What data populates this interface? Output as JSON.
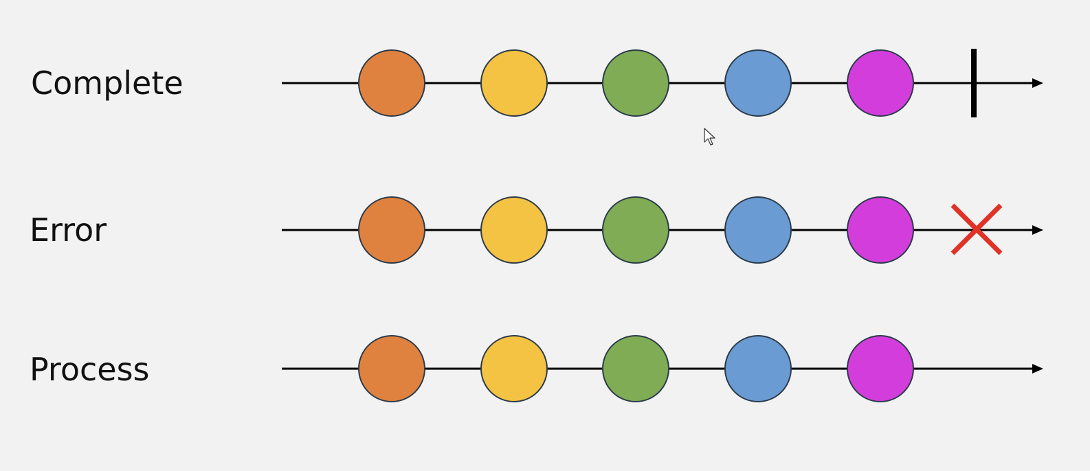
{
  "diagram": {
    "marble_colors": [
      "#e0823f",
      "#f4c343",
      "#7fac55",
      "#6a9bd3",
      "#d23ddc"
    ],
    "marble_stroke": "#2c3b4a",
    "line_color": "#000000",
    "error_mark_color": "#e03226",
    "rows": [
      {
        "label": "Complete",
        "terminator": "complete"
      },
      {
        "label": "Error",
        "terminator": "error"
      },
      {
        "label": "Process",
        "terminator": "none"
      }
    ]
  }
}
